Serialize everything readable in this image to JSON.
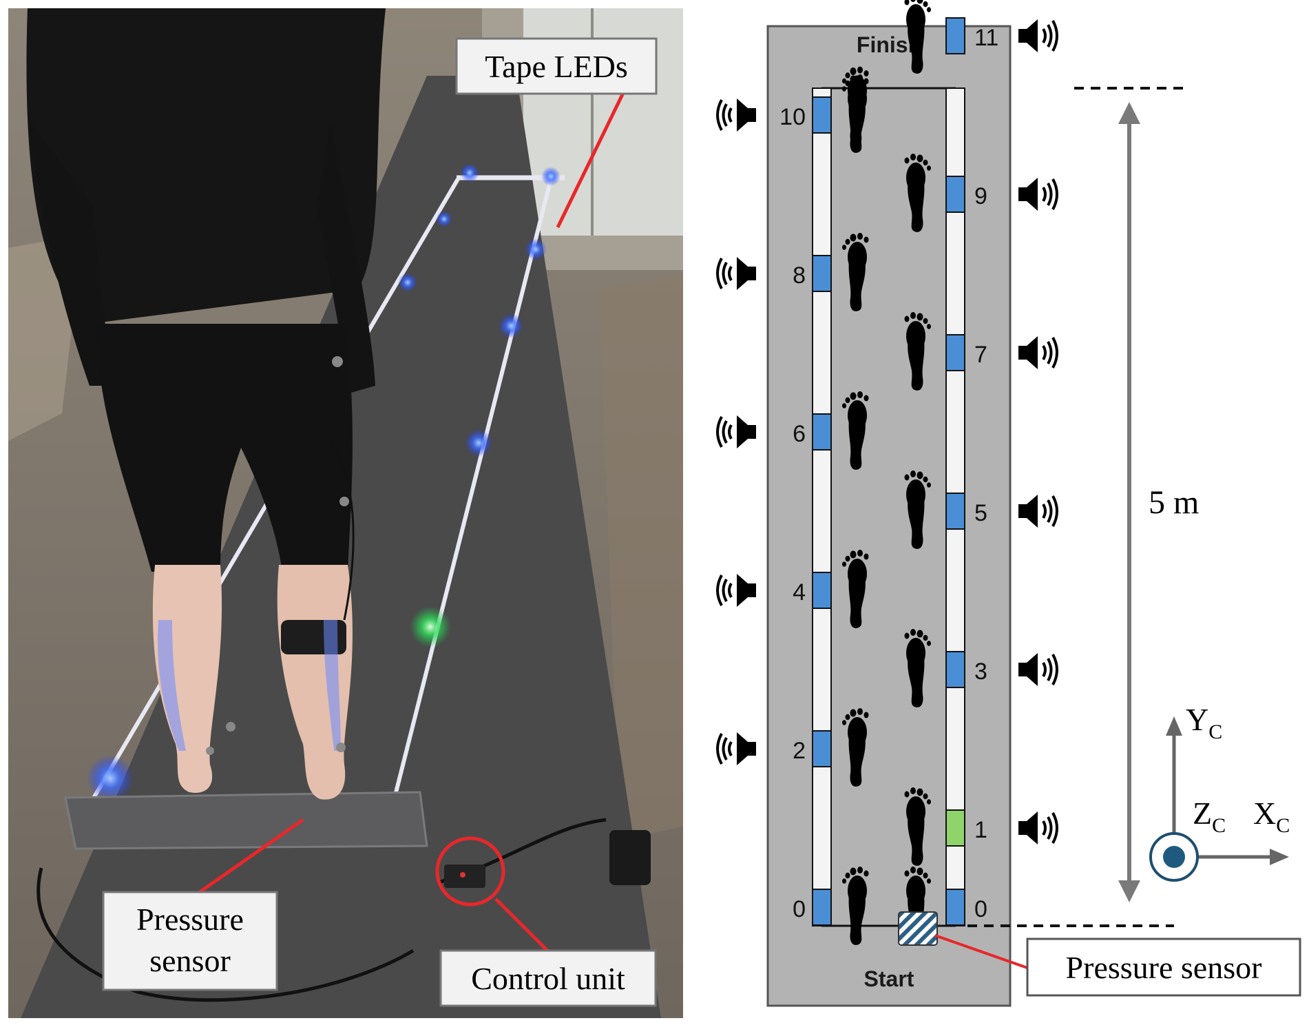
{
  "photo": {
    "tape_leds_label": "Tape LEDs",
    "pressure_label_line1": "Pressure",
    "pressure_label_line2": "sensor",
    "control_unit_label": "Control unit"
  },
  "diagram": {
    "finish_label": "Finish",
    "start_label": "Start",
    "distance_label": "5 m",
    "pressure_sensor_label": "Pressure sensor",
    "axes": {
      "y": "Y",
      "z": "Z",
      "x": "X",
      "subscript": "C"
    },
    "left_markers": [
      {
        "label": "10",
        "value": 10,
        "lit": true
      },
      {
        "label": "8",
        "value": 8,
        "lit": true
      },
      {
        "label": "6",
        "value": 6,
        "lit": true
      },
      {
        "label": "4",
        "value": 4,
        "lit": true
      },
      {
        "label": "2",
        "value": 2,
        "lit": true
      },
      {
        "label": "0",
        "value": 0,
        "lit": true
      }
    ],
    "right_markers": [
      {
        "label": "11",
        "value": 11,
        "lit": true
      },
      {
        "label": "9",
        "value": 9,
        "lit": true
      },
      {
        "label": "7",
        "value": 7,
        "lit": true
      },
      {
        "label": "5",
        "value": 5,
        "lit": true
      },
      {
        "label": "3",
        "value": 3,
        "lit": true
      },
      {
        "label": "1",
        "value": 1,
        "lit": true,
        "green": true
      },
      {
        "label": "0",
        "value": 0,
        "lit": true
      }
    ],
    "colors": {
      "panel": "#b3b3b3",
      "led_blue": "#4a8fd6",
      "led_green": "#8fd46a",
      "led_off": "#f4f4f4",
      "callout": "#e8272a"
    }
  }
}
